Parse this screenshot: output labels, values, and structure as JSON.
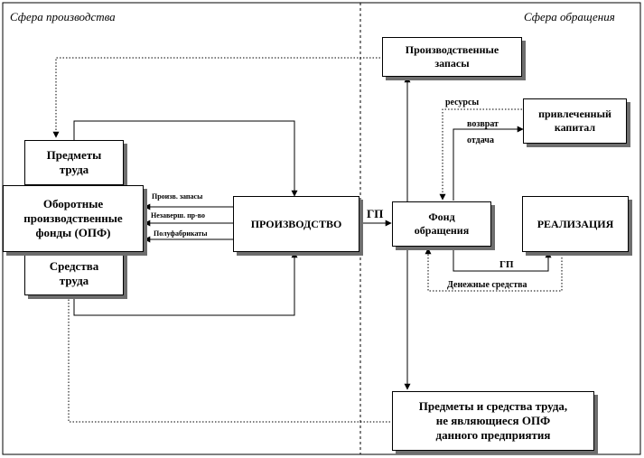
{
  "zones": {
    "left_title": "Сфера производства",
    "right_title": "Сфера обращения"
  },
  "nodes": {
    "predmety_truda": {
      "line1": "Предметы",
      "line2": "труда"
    },
    "opf": {
      "line1": "Оборотные",
      "line2": "производственные",
      "line3": "фонды (ОПФ)"
    },
    "sredstva_truda": {
      "line1": "Средства",
      "line2": "труда"
    },
    "proizvodstvo": "ПРОИЗВОДСТВО",
    "proizv_zapasy": {
      "line1": "Производственные",
      "line2": "запасы"
    },
    "privlechenny_kapital": {
      "line1": "привлеченный",
      "line2": "капитал"
    },
    "fond_obrashcheniya": {
      "line1": "Фонд",
      "line2": "обращения"
    },
    "realizatsiya": "РЕАЛИЗАЦИЯ",
    "predmety_sredstva": {
      "line1": "Предметы и средства труда,",
      "line2": "не являющиеся ОПФ",
      "line3": "данного предприятия"
    }
  },
  "edge_labels": {
    "proizv_zapasy": "Произв. запасы",
    "nezaversh": "Незаверш. пр-во",
    "polufabrikaty": "Полуфабрикаты",
    "gp_main": "ГП",
    "resursy": "ресурсы",
    "vozvrat": "возврат",
    "otdacha": "отдача",
    "gp_realiz": "ГП",
    "denezhnye": "Денежные средства"
  },
  "colors": {
    "line": "#000000",
    "shadow": "#6e6e6e",
    "background": "#ffffff"
  }
}
